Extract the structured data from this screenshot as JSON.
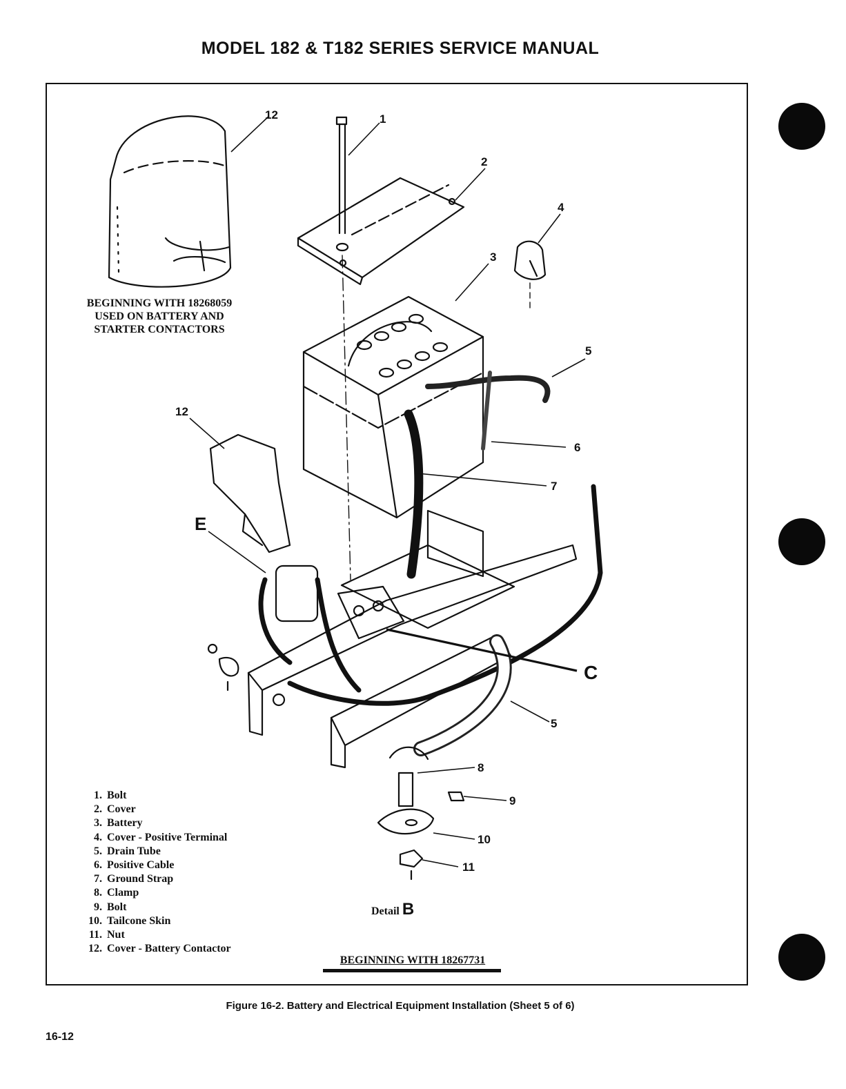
{
  "header": {
    "title": "MODEL 182 & T182 SERIES SERVICE MANUAL"
  },
  "cover_caption": {
    "line1": "BEGINNING WITH 18268059",
    "line2": "USED ON BATTERY AND",
    "line3": "STARTER CONTACTORS"
  },
  "callouts": {
    "c1": "1",
    "c2": "2",
    "c3": "3",
    "c4": "4",
    "c5a": "5",
    "c5b": "5",
    "c6": "6",
    "c7": "7",
    "c8": "8",
    "c9": "9",
    "c10": "10",
    "c11": "11",
    "c12a": "12",
    "c12b": "12",
    "e": "E",
    "c": "C"
  },
  "legend": [
    {
      "num": "1.",
      "label": "Bolt"
    },
    {
      "num": "2.",
      "label": "Cover"
    },
    {
      "num": "3.",
      "label": "Battery"
    },
    {
      "num": "4.",
      "label": "Cover - Positive Terminal"
    },
    {
      "num": "5.",
      "label": "Drain Tube"
    },
    {
      "num": "6.",
      "label": "Positive Cable"
    },
    {
      "num": "7.",
      "label": "Ground Strap"
    },
    {
      "num": "8.",
      "label": "Clamp"
    },
    {
      "num": "9.",
      "label": "Bolt"
    },
    {
      "num": "10.",
      "label": "Tailcone Skin"
    },
    {
      "num": "11.",
      "label": "Nut"
    },
    {
      "num": "12.",
      "label": "Cover - Battery Contactor"
    }
  ],
  "detail": {
    "prefix": "Detail",
    "letter": "B"
  },
  "beginning": "BEGINNING WITH 18267731",
  "figure_caption": "Figure 16-2.  Battery and Electrical Equipment Installation (Sheet 5 of 6)",
  "page_number": "16-12"
}
